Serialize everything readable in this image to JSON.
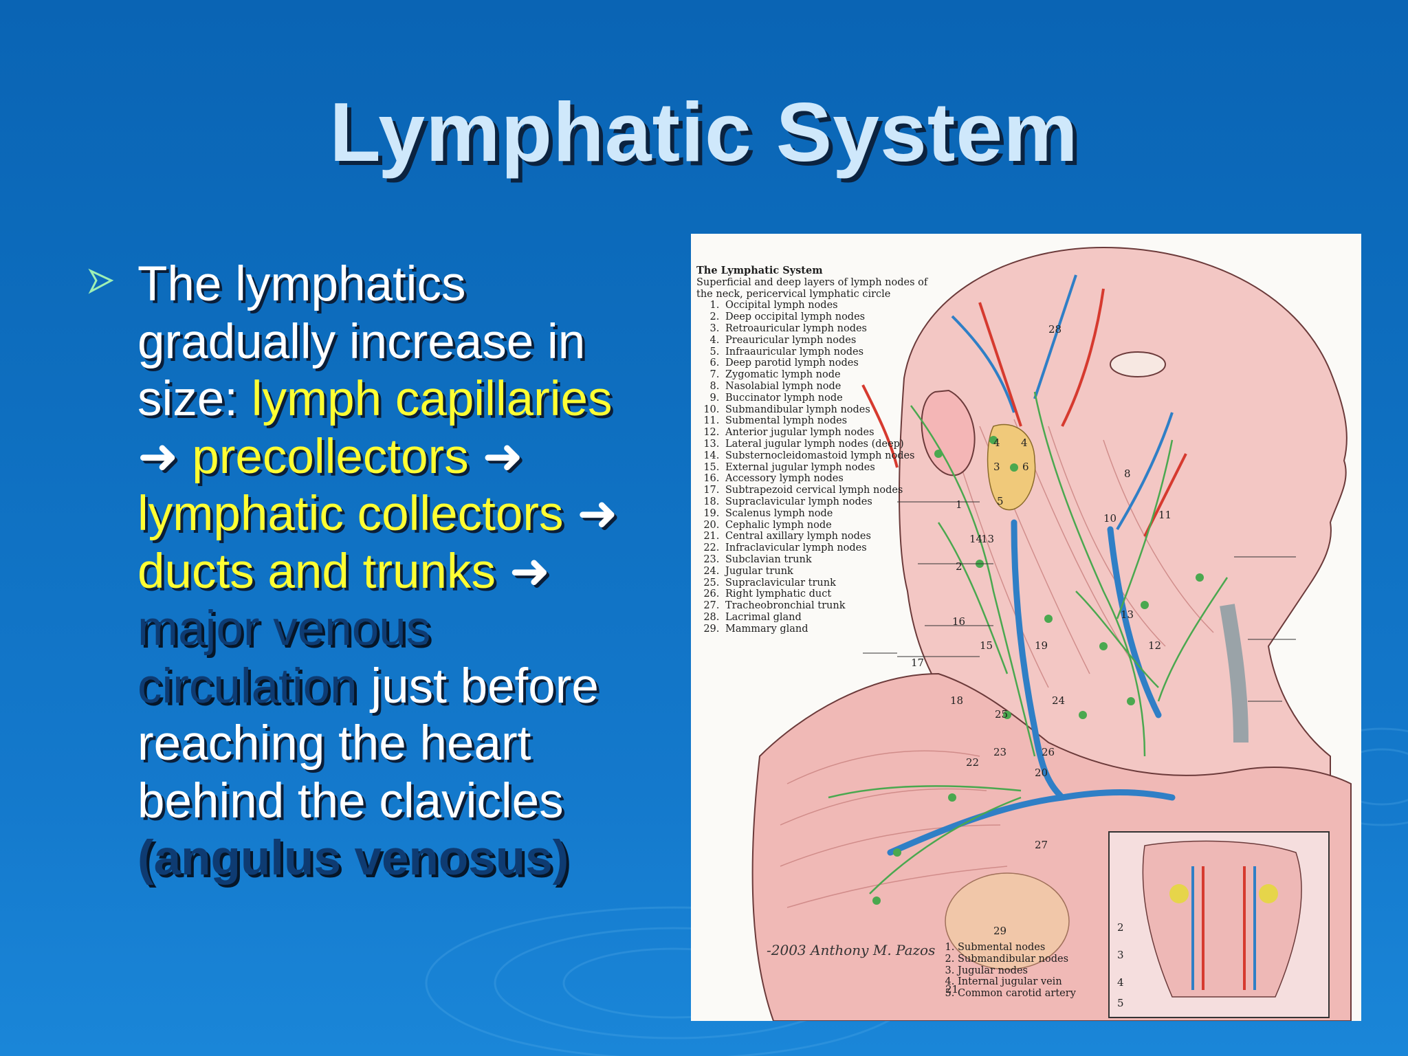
{
  "slide": {
    "title": "Lymphatic System",
    "bullet": {
      "t1": "The lymphatics gradually increase in size: ",
      "h1": "lymph capillaries",
      "a1": " ➜ ",
      "h2": "precollectors",
      "a2": " ➜ ",
      "h3": "lymphatic collectors",
      "a3": " ➜ ",
      "h4": "ducts and trunks",
      "a4": " ➜ ",
      "d1": "major venous circulation",
      "t2": " just before reaching the heart behind the clavicles ",
      "d2": "(angulus venosus)"
    }
  },
  "figure": {
    "heading": "The Lymphatic System",
    "subheading": "Superficial and deep layers of lymph nodes of the neck, pericervical lymphatic circle",
    "legend": [
      "Occipital lymph nodes",
      "Deep occipital lymph nodes",
      "Retroauricular lymph nodes",
      "Preauricular lymph nodes",
      "Infraauricular lymph nodes",
      "Deep parotid lymph nodes",
      "Zygomatic lymph node",
      "Nasolabial lymph node",
      "Buccinator lymph node",
      "Submandibular lymph nodes",
      "Submental lymph nodes",
      "Anterior jugular lymph nodes",
      "Lateral jugular lymph nodes (deep)",
      "Substernocleidomastoid lymph nodes",
      "External jugular lymph nodes",
      "Accessory lymph nodes",
      "Subtrapezoid cervical lymph nodes",
      "Supraclavicular lymph nodes",
      "Scalenus lymph node",
      "Cephalic lymph node",
      "Central axillary lymph nodes",
      "Infraclavicular lymph nodes",
      "Subclavian trunk",
      "Jugular trunk",
      "Supraclavicular trunk",
      "Right lymphatic duct",
      "Tracheobronchial trunk",
      "Lacrimal gland",
      "Mammary gland"
    ],
    "inset_legend": [
      "Submental nodes",
      "Submandibular nodes",
      "Jugular nodes",
      "Internal jugular vein",
      "Common carotid artery"
    ],
    "callouts": [
      "28",
      "4",
      "4",
      "6",
      "3",
      "5",
      "1",
      "14",
      "13",
      "10",
      "8",
      "11",
      "2",
      "13",
      "16",
      "15",
      "19",
      "12",
      "17",
      "18",
      "25",
      "24",
      "23",
      "26",
      "20",
      "22",
      "27",
      "29",
      "21",
      "2",
      "3",
      "4",
      "5"
    ]
  }
}
